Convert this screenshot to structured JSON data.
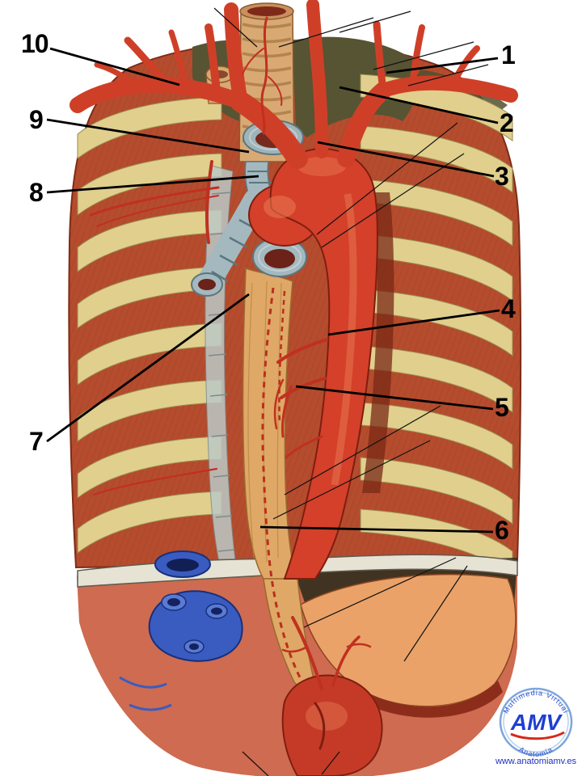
{
  "labels": {
    "n1": "1",
    "n2": "2",
    "n3": "3",
    "n4": "4",
    "n5": "5",
    "n6": "6",
    "n7": "7",
    "n8": "8",
    "n9": "9",
    "n10": "10"
  },
  "watermark": {
    "logo": "AMV",
    "arc_top": "Multimedia Virtual",
    "arc_bottom": "Anatomía",
    "url": "www.anatomiamv.es"
  }
}
